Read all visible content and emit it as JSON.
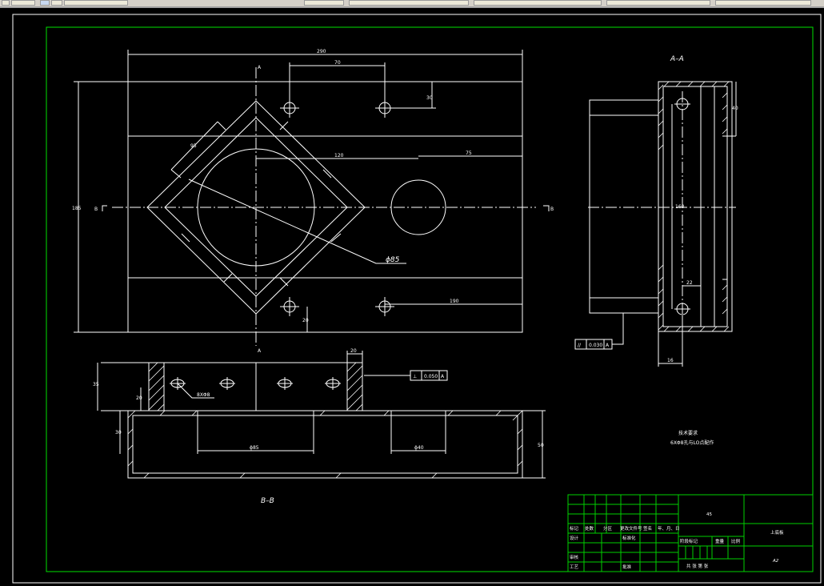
{
  "window": {
    "toolbar_icons": [
      "minimize-icon",
      "app-icon",
      "save-icon",
      "print-icon"
    ]
  },
  "drawing": {
    "section_aa_label": "A–A",
    "section_bb_label": "B–B",
    "diameter_label": "ϕ85",
    "hole_label": "8XΦ8",
    "flatness_tol": "0.030",
    "flatness_datum": "A",
    "perp_tol": "0.050",
    "perp_datum": "A",
    "cut_a_top": "A",
    "cut_a_bottom": "A",
    "cut_b_left": "B",
    "cut_b_right": "B",
    "dims": {
      "overall_width": "290",
      "hole_x": "70",
      "hole_y": "30",
      "overall_height": "185",
      "diamond": "95",
      "center_dist": "120",
      "offset": "75",
      "lower_hole": "190",
      "lower_y": "20",
      "aa_top": "40",
      "aa_height": "160",
      "aa_22": "22",
      "aa_bottom": "16",
      "bb_left_h": "35",
      "bb_left_small": "20",
      "bb_top_w": "20",
      "bb_phi85": "ϕ85",
      "bb_phi40": "ϕ40",
      "bb_lower_h": "30",
      "bb_right_h": "50"
    },
    "notes": {
      "tech_title": "技术要求",
      "tech_line": "6XΦ8孔与LO点配作"
    }
  },
  "title_block": {
    "material": "45",
    "part_name": "上底板",
    "sheet_size": "A2",
    "row_labels": [
      "标记",
      "处数",
      "分区",
      "更改文件号",
      "签名",
      "年、月、日"
    ],
    "design_label": "设计",
    "standard_label": "标准化",
    "stage_label": "阶段标记",
    "weight_label": "重量",
    "scale_label": "比例",
    "review_label": "审核",
    "process_label": "工艺",
    "approve_label": "批准",
    "sheet_info": "共  张  第  张"
  }
}
